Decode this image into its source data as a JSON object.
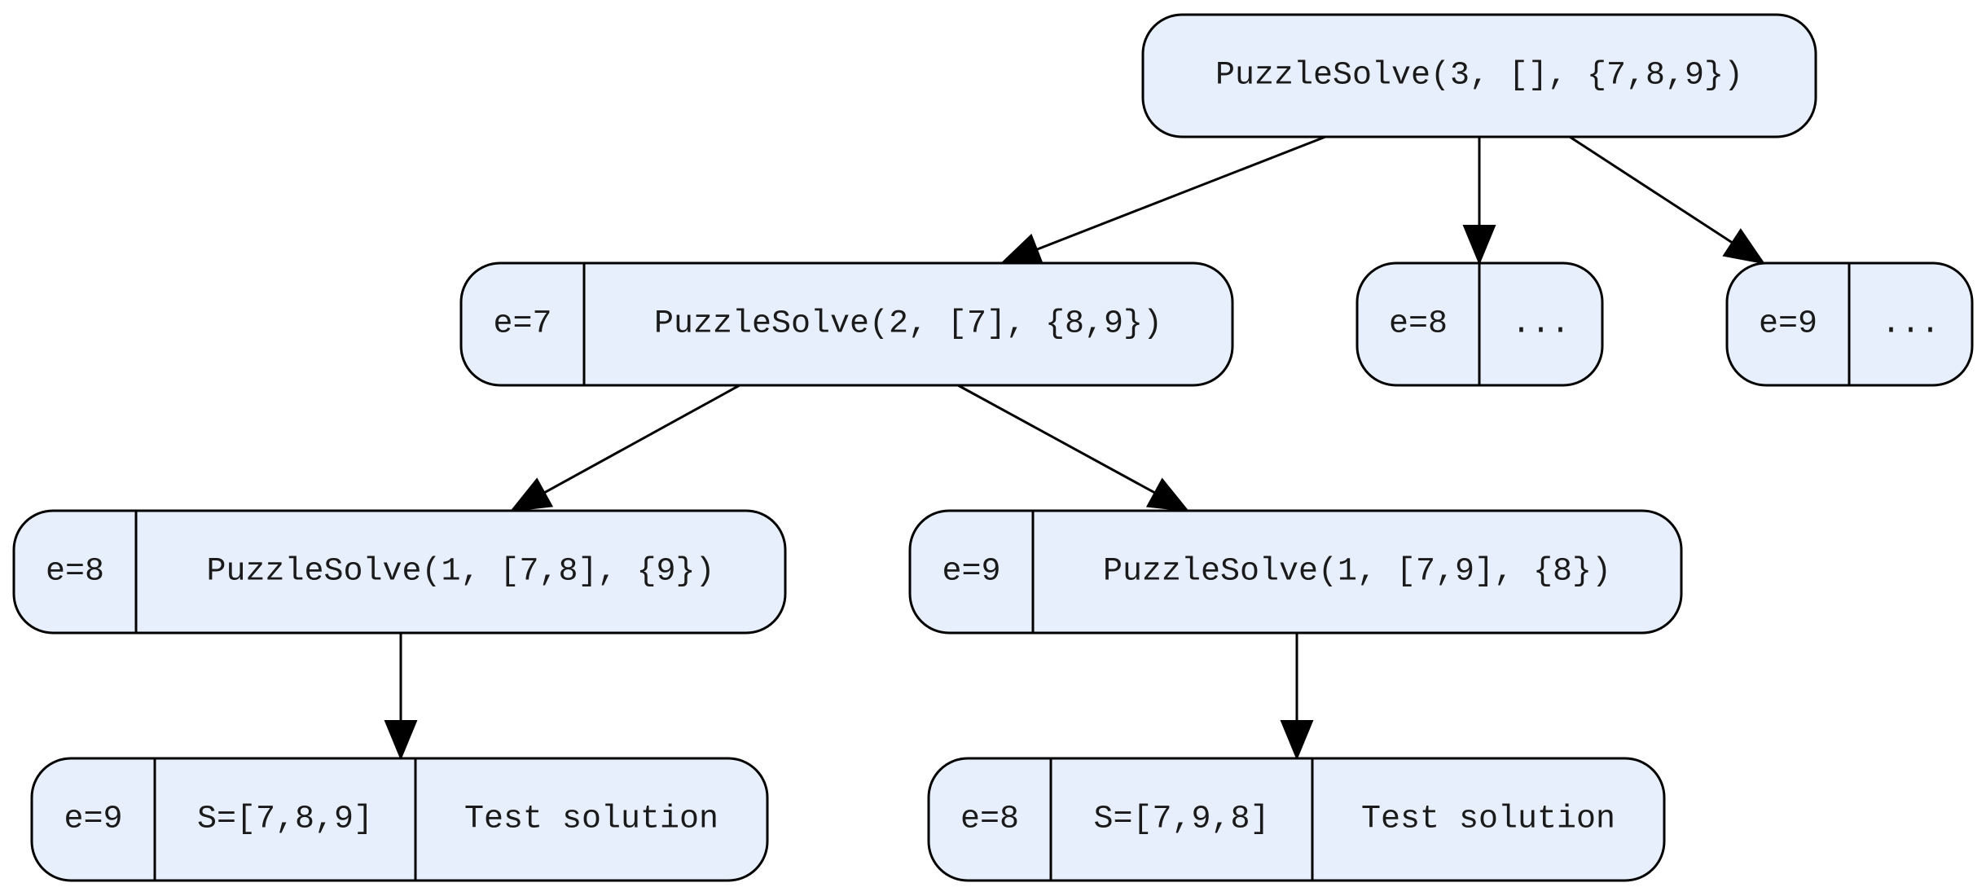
{
  "nodes": [
    {
      "id": "root",
      "fields": [
        "PuzzleSolve(3, [], {7,8,9})"
      ]
    },
    {
      "id": "e7",
      "fields": [
        "e=7",
        "PuzzleSolve(2, [7], {8,9})"
      ]
    },
    {
      "id": "e8-top",
      "fields": [
        "e=8",
        "..."
      ]
    },
    {
      "id": "e9-top",
      "fields": [
        "e=9",
        "..."
      ]
    },
    {
      "id": "e7-e8",
      "fields": [
        "e=8",
        "PuzzleSolve(1, [7,8], {9})"
      ]
    },
    {
      "id": "e7-e9",
      "fields": [
        "e=9",
        "PuzzleSolve(1, [7,9], {8})"
      ]
    },
    {
      "id": "leaf-789",
      "fields": [
        "e=9",
        "S=[7,8,9]",
        "Test solution"
      ]
    },
    {
      "id": "leaf-798",
      "fields": [
        "e=8",
        "S=[7,9,8]",
        "Test solution"
      ]
    }
  ],
  "edges": [
    {
      "from": "root",
      "to": "e7"
    },
    {
      "from": "root",
      "to": "e8-top"
    },
    {
      "from": "root",
      "to": "e9-top"
    },
    {
      "from": "e7",
      "to": "e7-e8"
    },
    {
      "from": "e7",
      "to": "e7-e9"
    },
    {
      "from": "e7-e8",
      "to": "leaf-789"
    },
    {
      "from": "e7-e9",
      "to": "leaf-798"
    }
  ]
}
